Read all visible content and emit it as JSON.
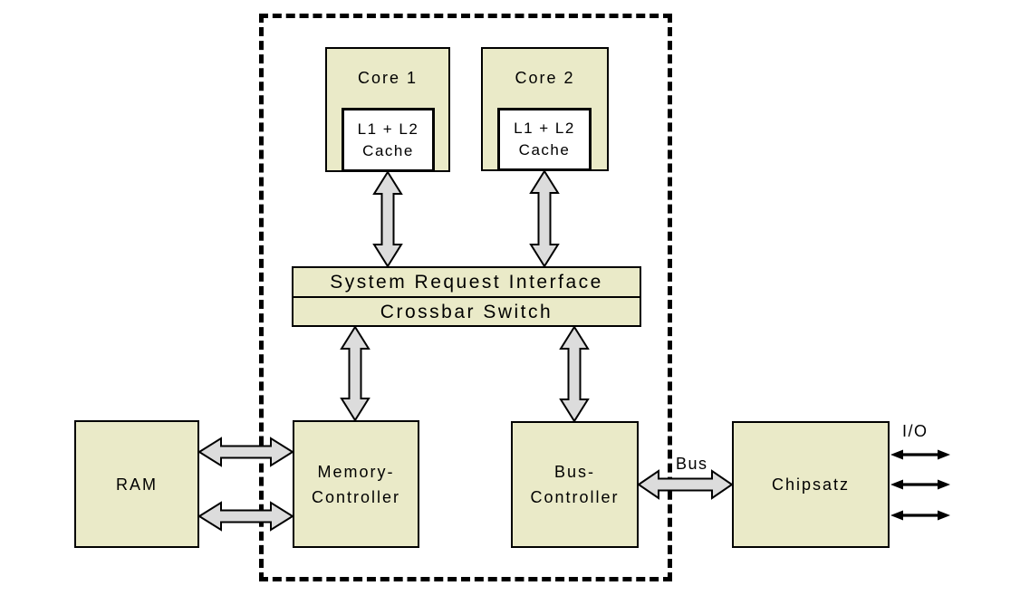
{
  "blocks": {
    "core1": {
      "label": "Core 1",
      "cache": {
        "line1": "L1 + L2",
        "line2": "Cache"
      }
    },
    "core2": {
      "label": "Core 2",
      "cache": {
        "line1": "L1 + L2",
        "line2": "Cache"
      }
    },
    "system_request_interface": {
      "label": "System Request Interface"
    },
    "crossbar_switch": {
      "label": "Crossbar Switch"
    },
    "ram": {
      "label": "RAM"
    },
    "memory_controller": {
      "line1": "Memory-",
      "line2": "Controller"
    },
    "bus_controller": {
      "line1": "Bus-",
      "line2": "Controller"
    },
    "chipsatz": {
      "label": "Chipsatz"
    }
  },
  "annotations": {
    "bus": "Bus",
    "io": "I/O"
  },
  "colors": {
    "block_fill": "#eaeac8",
    "cache_fill": "#ffffff",
    "arrow_fill": "#dcdcdc",
    "io_arrow_fill": "#000000",
    "outline": "#000000",
    "background": "#ffffff"
  }
}
